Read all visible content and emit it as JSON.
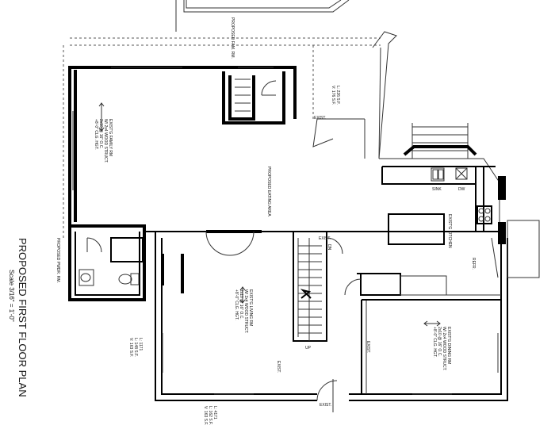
{
  "title": "PROPOSED FIRST FLOOR PLAN",
  "scale": "Scale 3/16\" = 1'-0\"",
  "rooms": {
    "family_room": "PROPOSED FAM. RM.",
    "family_notes": [
      "EXIST'G FAMILY RM",
      "W/ 2x4 WOOD STRUCT.",
      "2x10 @ 16\" O.C.",
      "+8'-0\" CLG. HGT."
    ],
    "powder_room": "PROPOSED PWDR. RM.",
    "eating_area": "PROPOSED EATING AREA",
    "kitchen": "EXIST'G KITCHEN",
    "living_notes": [
      "EXIST'G LIVING RM",
      "W/ 2x4 WOOD STRUCT.",
      "2x10 @ 16\" O.C.",
      "+8'-0\" CLG. HGT."
    ],
    "dining_notes": [
      "EXIST'G DINING RM",
      "W/ 2x4 WOOD STRUCT.",
      "2x10 @ 16\" O.C.",
      "+8'-0\" CLG. HGT."
    ]
  },
  "labels": {
    "sink": "SINK",
    "dw": "DW",
    "refr": "REFR.",
    "up": "UP",
    "dn": "DN",
    "exist_a": "EXIST.",
    "exist_b": "EXIST.",
    "exist_c": "EXIST.",
    "exist_d": "EXIST.",
    "exist_e": "EXIST."
  },
  "areas": {
    "top": [
      "L: 226 S.F.",
      "V: 176 S.F."
    ],
    "left": [
      "L: 1171",
      "L: 148 S.F.",
      "V: 163 S.F."
    ],
    "bottom": [
      "L: 4171",
      "L: 162 S.F.",
      "V: 163 S.F."
    ]
  }
}
